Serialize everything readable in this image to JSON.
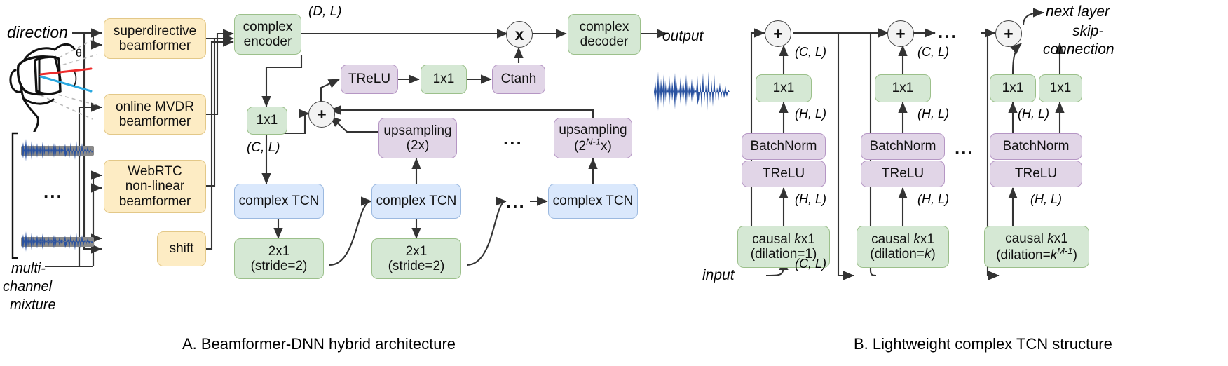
{
  "figure": {
    "caption_a": "A. Beamformer-DNN hybrid architecture",
    "caption_b": "B. Lightweight complex TCN structure"
  },
  "colors": {
    "yellow": "#fdecc4",
    "green": "#d5e8d4",
    "purple": "#e1d5e7",
    "blue": "#dae8fc",
    "waveform_blue": "#2a52a0",
    "waveform_gray": "#8a8a8a",
    "angle_red": "#ee2b2b",
    "angle_cyan": "#2aa8e0",
    "line": "#333333"
  },
  "panel_a": {
    "inputs": {
      "direction_label": "direction",
      "theta_symbol": "θ",
      "multichannel_label_l1": "multi-",
      "multichannel_label_l2": "channel",
      "multichannel_label_l3": "mixture",
      "ellipsis": "..."
    },
    "beamformers": [
      {
        "id": "superdirective",
        "line1": "superdirective",
        "line2": "beamformer"
      },
      {
        "id": "online-mvdr",
        "line1": "online MVDR",
        "line2": "beamformer"
      },
      {
        "id": "webrtc",
        "line1": "WebRTC",
        "line2": "non-linear",
        "line3": "beamformer"
      },
      {
        "id": "shift",
        "line1": "shift"
      }
    ],
    "encoder": {
      "line1": "complex",
      "line2": "encoder"
    },
    "decoder": {
      "line1": "complex",
      "line2": "decoder"
    },
    "conv1x1_a": "1x1",
    "conv1x1_b": "1x1",
    "trelu": "TReLU",
    "ctanh": "Ctanh",
    "sum_symbol": "+",
    "mul_symbol": "x",
    "output_label": "output",
    "tensor_shapes": {
      "dl": "(D, L)",
      "cl": "(C, L)"
    },
    "tcn_blocks": [
      {
        "label": "complex TCN"
      },
      {
        "label": "complex TCN"
      },
      {
        "label": "complex TCN"
      }
    ],
    "stride_blocks": [
      {
        "line1": "2x1",
        "line2": "(stride=2)"
      },
      {
        "line1": "2x1",
        "line2": "(stride=2)"
      }
    ],
    "upsampling_blocks": [
      {
        "line1": "upsampling",
        "line2": "(2x)"
      },
      {
        "line1": "upsampling",
        "line2_pre": "(2",
        "line2_sup": "N-1",
        "line2_post": "x)"
      }
    ],
    "ellipsis_tcn": "...",
    "ellipsis_upsampling": "..."
  },
  "panel_b": {
    "input_label": "input",
    "next_layer_label": "next layer",
    "skip_label_l1": "skip-",
    "skip_label_l2": "connection",
    "sum_symbol": "+",
    "ellipsis_top": "...",
    "ellipsis_mid": "...",
    "shapes": {
      "cl": "(C, L)",
      "hl": "(H, L)"
    },
    "columns": [
      {
        "conv1x1": "1x1",
        "batchnorm": "BatchNorm",
        "trelu": "TReLU",
        "causal_line1_pre": "causal ",
        "causal_line1_k": "k",
        "causal_line1_post": "x1",
        "causal_line2_pre": "(dilation=",
        "causal_line2_val": "1",
        "causal_line2_sup": "",
        "causal_line2_post": ")"
      },
      {
        "conv1x1": "1x1",
        "batchnorm": "BatchNorm",
        "trelu": "TReLU",
        "causal_line1_pre": "causal ",
        "causal_line1_k": "k",
        "causal_line1_post": "x1",
        "causal_line2_pre": "(dilation=",
        "causal_line2_val": "k",
        "causal_line2_sup": "",
        "causal_line2_post": ")"
      },
      {
        "conv1x1": "1x1",
        "conv1x1_skip": "1x1",
        "batchnorm": "BatchNorm",
        "trelu": "TReLU",
        "causal_line1_pre": "causal ",
        "causal_line1_k": "k",
        "causal_line1_post": "x1",
        "causal_line2_pre": "(dilation=",
        "causal_line2_val": "k",
        "causal_line2_sup": "M-1",
        "causal_line2_post": ")"
      }
    ]
  }
}
